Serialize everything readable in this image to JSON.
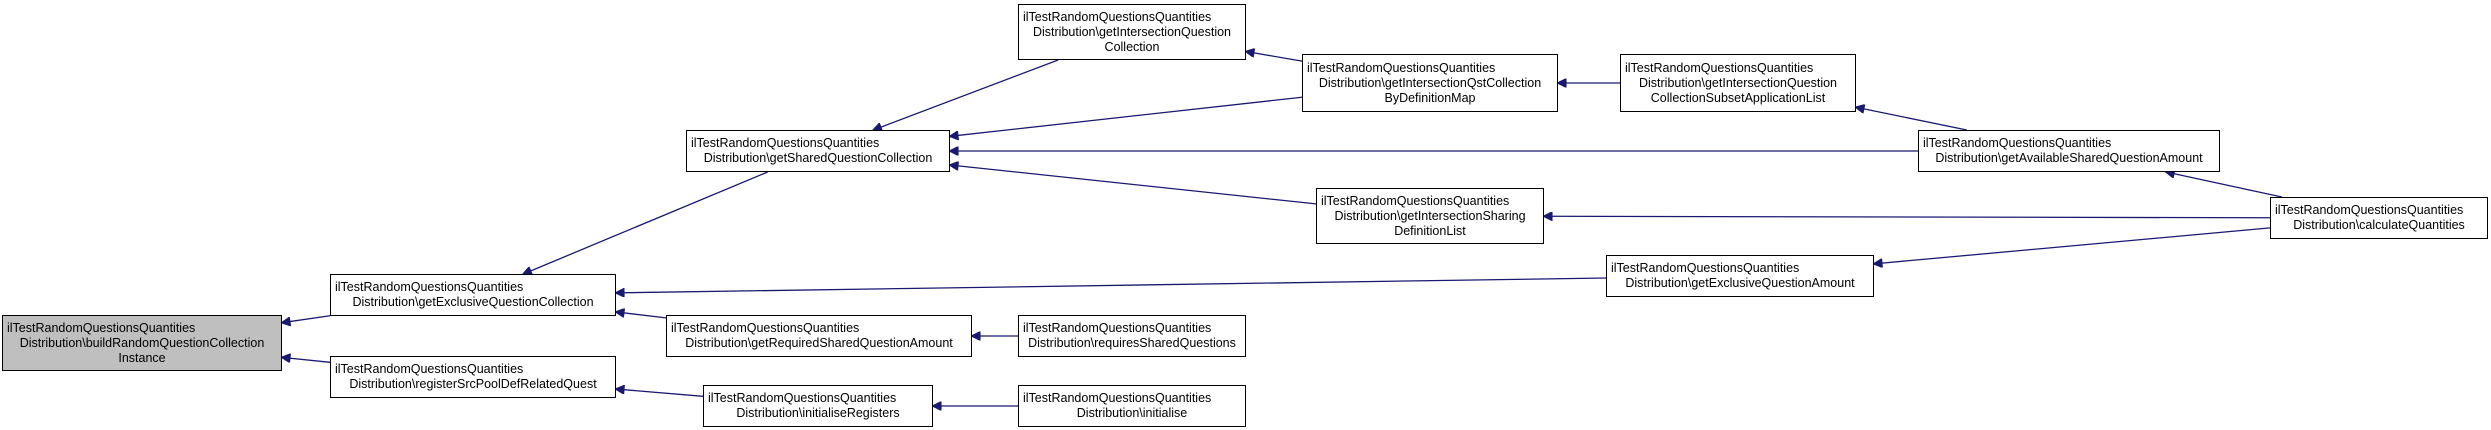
{
  "colors": {
    "edge": "#191970",
    "root_fill": "#bfbfbf",
    "node_fill": "#ffffff",
    "border": "#000000"
  },
  "nodes": [
    {
      "id": "build",
      "root": true,
      "lines": [
        "ilTestRandomQuestionsQuantities",
        "Distribution\\buildRandomQuestionCollection",
        "Instance"
      ]
    },
    {
      "id": "getExclusive",
      "lines": [
        "ilTestRandomQuestionsQuantities",
        "Distribution\\getExclusiveQuestionCollection"
      ]
    },
    {
      "id": "registerSrc",
      "lines": [
        "ilTestRandomQuestionsQuantities",
        "Distribution\\registerSrcPoolDefRelatedQuest"
      ]
    },
    {
      "id": "getShared",
      "lines": [
        "ilTestRandomQuestionsQuantities",
        "Distribution\\getSharedQuestionCollection"
      ]
    },
    {
      "id": "getRequiredShared",
      "lines": [
        "ilTestRandomQuestionsQuantities",
        "Distribution\\getRequiredSharedQuestionAmount"
      ]
    },
    {
      "id": "initialiseRegisters",
      "lines": [
        "ilTestRandomQuestionsQuantities",
        "Distribution\\initialiseRegisters"
      ]
    },
    {
      "id": "getIntersectionQC",
      "lines": [
        "ilTestRandomQuestionsQuantities",
        "Distribution\\getIntersectionQuestion",
        "Collection"
      ]
    },
    {
      "id": "getIntersectionQstByDef",
      "lines": [
        "ilTestRandomQuestionsQuantities",
        "Distribution\\getIntersectionQstCollection",
        "ByDefinitionMap"
      ]
    },
    {
      "id": "getIntersectionSharing",
      "lines": [
        "ilTestRandomQuestionsQuantities",
        "Distribution\\getIntersectionSharing",
        "DefinitionList"
      ]
    },
    {
      "id": "getExclusiveAmount",
      "lines": [
        "ilTestRandomQuestionsQuantities",
        "Distribution\\getExclusiveQuestionAmount"
      ]
    },
    {
      "id": "requiresShared",
      "lines": [
        "ilTestRandomQuestionsQuantities",
        "Distribution\\requiresSharedQuestions"
      ]
    },
    {
      "id": "initialise",
      "lines": [
        "ilTestRandomQuestionsQuantities",
        "Distribution\\initialise"
      ]
    },
    {
      "id": "getIntersectionSubset",
      "lines": [
        "ilTestRandomQuestionsQuantities",
        "Distribution\\getIntersectionQuestion",
        "CollectionSubsetApplicationList"
      ]
    },
    {
      "id": "getAvailableShared",
      "lines": [
        "ilTestRandomQuestionsQuantities",
        "Distribution\\getAvailableSharedQuestionAmount"
      ]
    },
    {
      "id": "calculateQuantities",
      "lines": [
        "ilTestRandomQuestionsQuantities",
        "Distribution\\calculateQuantities"
      ]
    }
  ],
  "edges": [
    {
      "from": "getExclusive",
      "to": "build"
    },
    {
      "from": "registerSrc",
      "to": "build"
    },
    {
      "from": "getShared",
      "to": "getExclusive"
    },
    {
      "from": "getRequiredShared",
      "to": "getExclusive"
    },
    {
      "from": "getExclusiveAmount",
      "to": "getExclusive"
    },
    {
      "from": "initialiseRegisters",
      "to": "registerSrc"
    },
    {
      "from": "getIntersectionQC",
      "to": "getShared"
    },
    {
      "from": "getIntersectionQstByDef",
      "to": "getShared"
    },
    {
      "from": "getAvailableShared",
      "to": "getShared"
    },
    {
      "from": "getIntersectionSharing",
      "to": "getShared"
    },
    {
      "from": "getIntersectionQstByDef",
      "to": "getIntersectionQC"
    },
    {
      "from": "getIntersectionSubset",
      "to": "getIntersectionQstByDef"
    },
    {
      "from": "getAvailableShared",
      "to": "getIntersectionSubset"
    },
    {
      "from": "calculateQuantities",
      "to": "getAvailableShared"
    },
    {
      "from": "calculateQuantities",
      "to": "getIntersectionSharing"
    },
    {
      "from": "calculateQuantities",
      "to": "getExclusiveAmount"
    },
    {
      "from": "requiresShared",
      "to": "getRequiredShared"
    },
    {
      "from": "initialise",
      "to": "initialiseRegisters"
    }
  ]
}
